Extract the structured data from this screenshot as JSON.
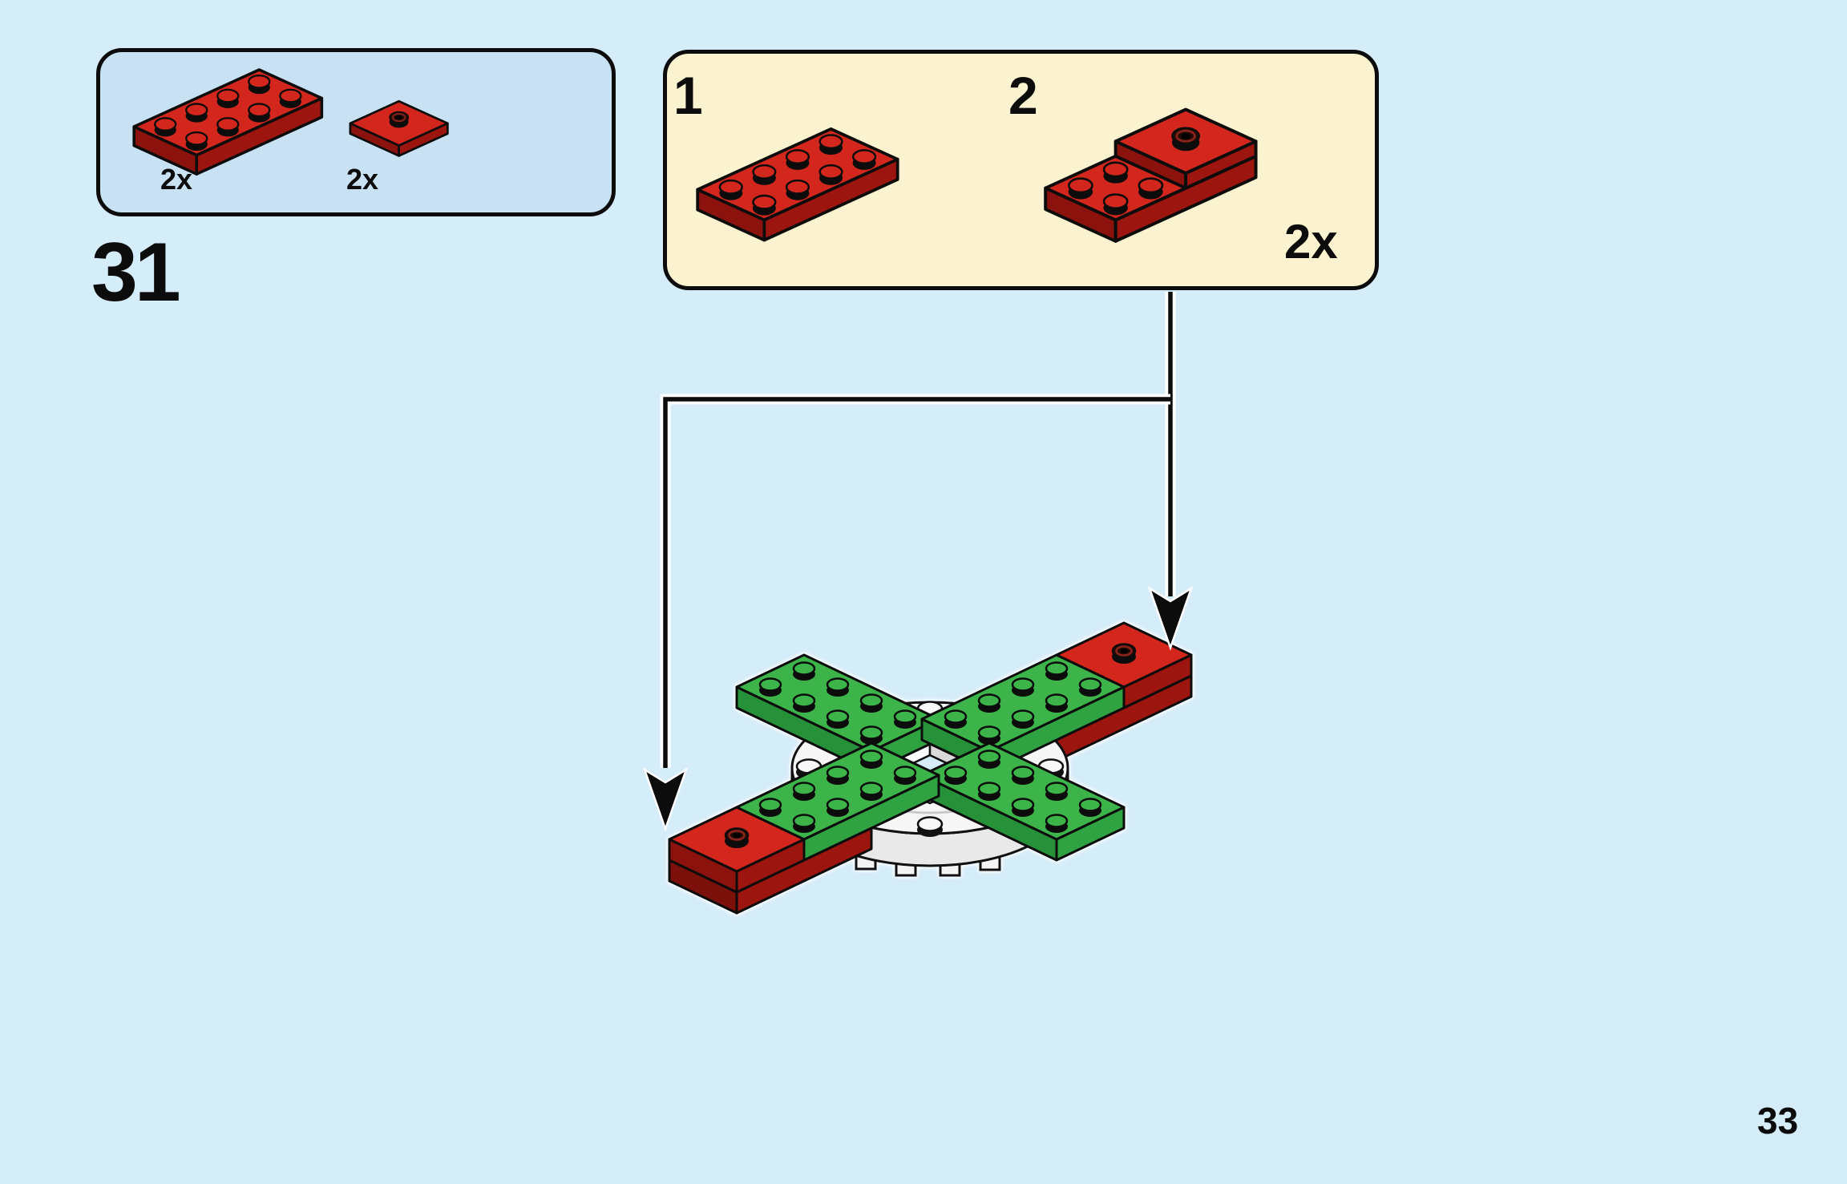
{
  "page": {
    "step_number": "31",
    "page_number": "33",
    "background_color": "#d5ecf9"
  },
  "parts_callout": {
    "items": [
      {
        "name": "red-plate-2x4",
        "count": "2x"
      },
      {
        "name": "red-tile-2x2-hollow-stud",
        "count": "2x"
      }
    ]
  },
  "subassembly_callout": {
    "count": "2x",
    "steps": [
      {
        "label": "1",
        "part": "red-plate-2x4"
      },
      {
        "label": "2",
        "part": "red-plate-2x4-with-2x2-stud-tile"
      }
    ]
  },
  "assembly": {
    "description": "propeller-pinwheel-on-white-turntable",
    "green_plate_count": 4,
    "red_subassembly_count": 2
  },
  "colors": {
    "page_bg": "#d5ecf9",
    "parts_callout_bg": "#c8e2f3",
    "steps_callout_bg": "#fbf2cf",
    "outline": "#0c0c0c",
    "brick_red_top": "#d3271e",
    "brick_red_side": "#9c150e",
    "brick_red_dark": "#7c100b",
    "brick_green_top": "#3cb44a",
    "brick_green_side": "#2fa342",
    "brick_green_dark": "#27913a",
    "turntable_white": "#f6f6f6"
  }
}
